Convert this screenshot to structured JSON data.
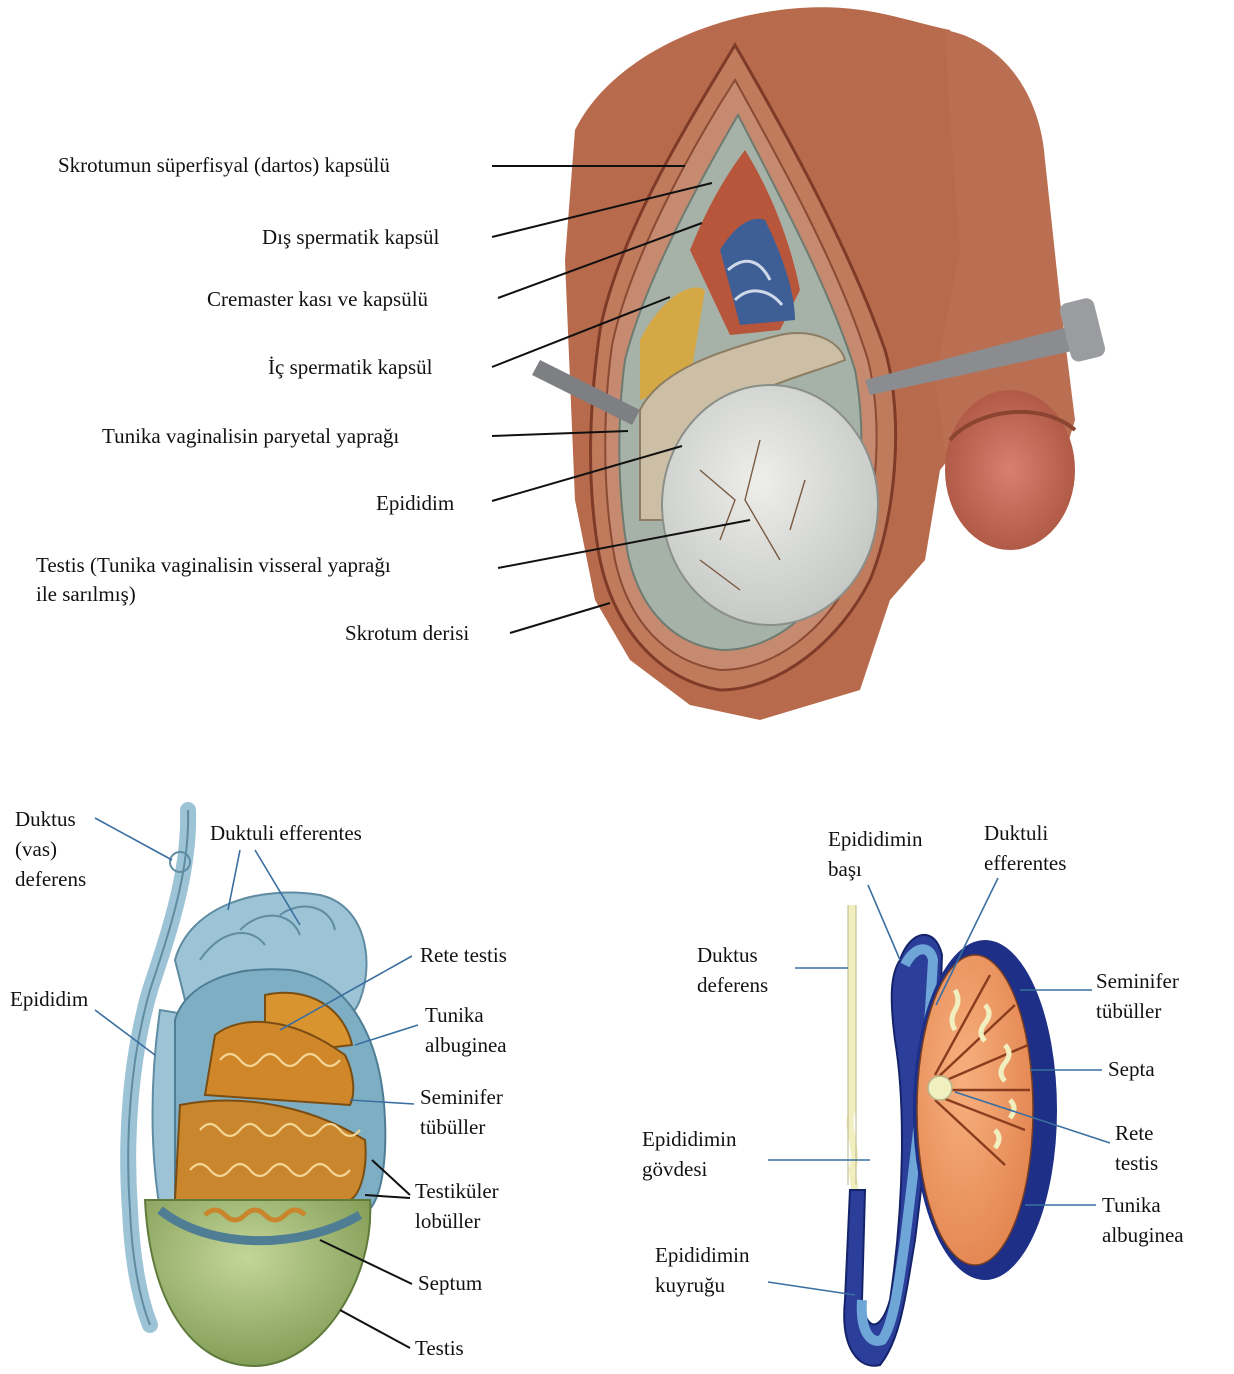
{
  "top_panel": {
    "labels": [
      "Skrotumun süperfisyal (dartos) kapsülü",
      "Dış spermatik kapsül",
      "Cremaster kası ve kapsülü",
      "İç spermatik kapsül",
      "Tunika vaginalisin paryetal yaprağı",
      "Epididim",
      "Testis (Tunika vaginalisin visseral yaprağı",
      "ile sarılmış)",
      "Skrotum derisi"
    ]
  },
  "bottom_left_panel": {
    "labels": {
      "duktus_1": "Duktus",
      "duktus_2": "(vas)",
      "duktus_3": "deferens",
      "duktuli_efferentes": "Duktuli efferentes",
      "epididim": "Epididim",
      "rete_testis": "Rete testis",
      "tunika_1": "Tunika",
      "tunika_2": "albuginea",
      "seminifer_1": "Seminifer",
      "seminifer_2": "tübüller",
      "lobul_1": "Testiküler",
      "lobul_2": "lobüller",
      "septum": "Septum",
      "testis": "Testis"
    }
  },
  "bottom_right_panel": {
    "labels": {
      "bas_1": "Epididimin",
      "bas_2": "başı",
      "duktuli_1": "Duktuli",
      "duktuli_2": "efferentes",
      "duktus_1": "Duktus",
      "duktus_2": "deferens",
      "seminifer_1": "Seminifer",
      "seminifer_2": "tübüller",
      "septa": "Septa",
      "rete_1": "Rete",
      "rete_2": "testis",
      "govde_1": "Epididimin",
      "govde_2": "gövdesi",
      "tunika_1": "Tunika",
      "tunika_2": "albuginea",
      "kuyruk_1": "Epididimin",
      "kuyruk_2": "kuyruğu"
    }
  },
  "colors": {
    "skin": "#b86a4c",
    "skin_dark": "#8a4430",
    "testis_surface": "#dfe0dc",
    "duct_blue": "#9cc3d6",
    "tubule_orange": "#c9862c",
    "testis_green": "#a9c07a",
    "albuginea_navy": "#1d2f86",
    "testis_orange": "#f29a66",
    "tubule_cream": "#f1efc0"
  }
}
